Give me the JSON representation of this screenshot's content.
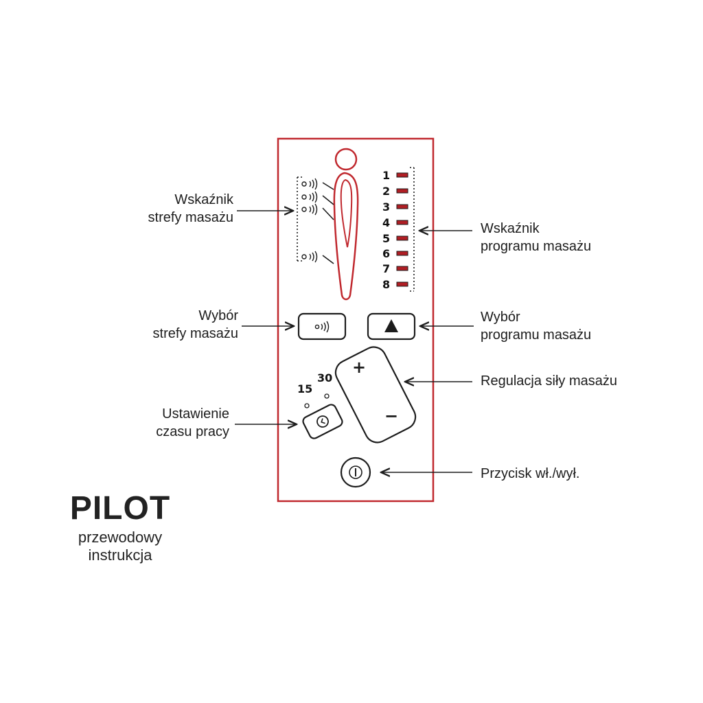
{
  "labels": {
    "zone_indicator": [
      "Wskaźnik",
      "strefy masażu"
    ],
    "program_indicator": [
      "Wskaźnik",
      "programu masażu"
    ],
    "zone_select": [
      "Wybór",
      "strefy masażu"
    ],
    "program_select": [
      "Wybór",
      "programu masażu"
    ],
    "intensity": [
      "Regulacja siły masażu"
    ],
    "timer": [
      "Ustawienie",
      "czasu pracy"
    ],
    "power": [
      "Przycisk wł./wył."
    ]
  },
  "program_numbers": [
    "1",
    "2",
    "3",
    "4",
    "5",
    "6",
    "7",
    "8"
  ],
  "timer_options": [
    "15",
    "30"
  ],
  "intensity_symbols": {
    "plus": "+",
    "minus": "−"
  },
  "title": {
    "main": "PILOT",
    "line1": "przewodowy",
    "line2": "instrukcja"
  },
  "colors": {
    "panel_border": "#c0282e",
    "led": "#b01e24",
    "ink": "#1c1c1c"
  },
  "icons": {
    "zone_button": "vibration-waves-icon",
    "program_button": "triangle-up-icon",
    "timer_button": "clock-icon",
    "power_button": "power-icon",
    "body_figure": "human-body-icon"
  }
}
